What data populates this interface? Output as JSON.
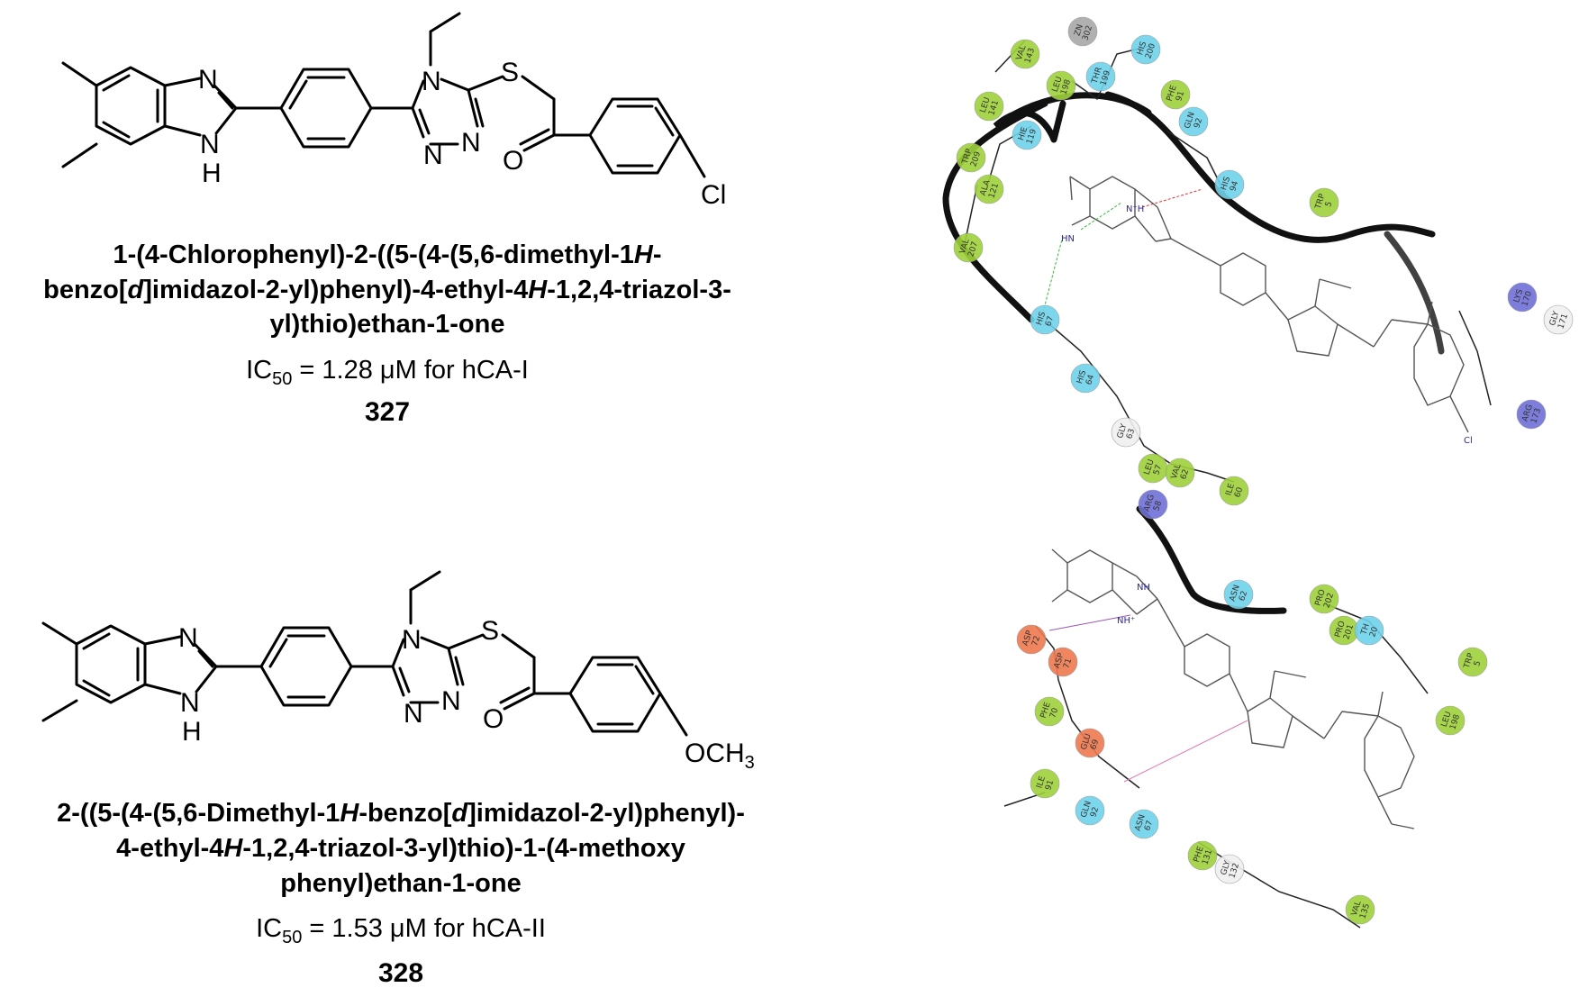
{
  "compound_327": {
    "number": "327",
    "name_line1": "1-(4-Chlorophenyl)-2-((5-(4-(5,6-dimethyl-1",
    "name_line1_italic": "H",
    "name_line1_end": "-",
    "name_line2_a": "benzo[",
    "name_line2_italic1": "d",
    "name_line2_b": "]imidazol-2-yl)phenyl)-4-ethyl-4",
    "name_line2_italic2": "H",
    "name_line2_c": "-1,2,4-triazol-3-",
    "name_line3": "yl)thio)ethan-1-one",
    "ic50_prefix": "IC",
    "ic50_sub": "50",
    "ic50_text": " = 1.28 μM for hCA-I",
    "substituent": "Cl",
    "atoms": {
      "N_imidazole": "N",
      "NH": "N",
      "H": "H",
      "triazole_N4": "N",
      "triazole_N1": "N",
      "triazole_N2": "N",
      "S": "S",
      "O": "O"
    }
  },
  "compound_328": {
    "number": "328",
    "name_line1_a": "2-((5-(4-(5,6-Dimethyl-1",
    "name_line1_italic1": "H",
    "name_line1_b": "-benzo[",
    "name_line1_italic2": "d",
    "name_line1_c": "]imidazol-2-yl)phenyl)-",
    "name_line2_a": "4-ethyl-4",
    "name_line2_italic": "H",
    "name_line2_b": "-1,2,4-triazol-3-yl)thio)-1-(4-methoxy",
    "name_line3": "phenyl)ethan-1-one",
    "ic50_prefix": "IC",
    "ic50_sub": "50",
    "ic50_text": " = 1.53 μM for hCA-II",
    "substituent": "OCH",
    "substituent_sub": "3",
    "atoms": {
      "N_imidazole": "N",
      "NH": "N",
      "H": "H",
      "triazole_N4": "N",
      "triazole_N1": "N",
      "triazole_N2": "N",
      "S": "S",
      "O": "O"
    }
  },
  "docking_top": {
    "residues": [
      {
        "name": "VAL",
        "num": "143",
        "color": "#9ed13a"
      },
      {
        "name": "ZN",
        "num": "302",
        "color": "#a8a8a8"
      },
      {
        "name": "LEU",
        "num": "141",
        "color": "#9ed13a"
      },
      {
        "name": "LEU",
        "num": "198",
        "color": "#9ed13a"
      },
      {
        "name": "THR",
        "num": "199",
        "color": "#6fd3ea"
      },
      {
        "name": "HIS",
        "num": "200",
        "color": "#6fd3ea"
      },
      {
        "name": "PHE",
        "num": "91",
        "color": "#9ed13a"
      },
      {
        "name": "GLN",
        "num": "92",
        "color": "#6fd3ea"
      },
      {
        "name": "HIE",
        "num": "119",
        "color": "#6fd3ea"
      },
      {
        "name": "TRP",
        "num": "209",
        "color": "#9ed13a"
      },
      {
        "name": "ALA",
        "num": "121",
        "color": "#9ed13a"
      },
      {
        "name": "HIS",
        "num": "94",
        "color": "#6fd3ea"
      },
      {
        "name": "TRP",
        "num": "5",
        "color": "#9ed13a"
      },
      {
        "name": "VAL",
        "num": "207",
        "color": "#9ed13a"
      },
      {
        "name": "LYS",
        "num": "170",
        "color": "#6f6fd8"
      },
      {
        "name": "GLY",
        "num": "171",
        "color": "#f0f0f0"
      },
      {
        "name": "HIS",
        "num": "67",
        "color": "#6fd3ea"
      },
      {
        "name": "HIS",
        "num": "64",
        "color": "#6fd3ea"
      },
      {
        "name": "ARG",
        "num": "173",
        "color": "#6f6fd8"
      },
      {
        "name": "GLY",
        "num": "63",
        "color": "#f0f0f0"
      },
      {
        "name": "LEU",
        "num": "57",
        "color": "#9ed13a"
      },
      {
        "name": "VAL",
        "num": "62",
        "color": "#9ed13a"
      },
      {
        "name": "ILE",
        "num": "60",
        "color": "#9ed13a"
      },
      {
        "name": "ARG",
        "num": "58",
        "color": "#6f6fd8"
      }
    ],
    "ligand_labels": {
      "nh_top": "N⁺H",
      "hn": "HN",
      "cl": "Cl"
    }
  },
  "docking_bottom": {
    "residues": [
      {
        "name": "ASN",
        "num": "62",
        "color": "#6fd3ea"
      },
      {
        "name": "PRO",
        "num": "202",
        "color": "#9ed13a"
      },
      {
        "name": "PRO",
        "num": "201",
        "color": "#9ed13a"
      },
      {
        "name": "TH",
        "num": "20",
        "color": "#6fd3ea"
      },
      {
        "name": "TRP",
        "num": "5",
        "color": "#9ed13a"
      },
      {
        "name": "ASP",
        "num": "72",
        "color": "#ee7a4f"
      },
      {
        "name": "ASP",
        "num": "71",
        "color": "#ee7a4f"
      },
      {
        "name": "LEU",
        "num": "198",
        "color": "#9ed13a"
      },
      {
        "name": "PHE",
        "num": "70",
        "color": "#9ed13a"
      },
      {
        "name": "GLU",
        "num": "69",
        "color": "#ee7a4f"
      },
      {
        "name": "ILE",
        "num": "91",
        "color": "#9ed13a"
      },
      {
        "name": "GLN",
        "num": "92",
        "color": "#6fd3ea"
      },
      {
        "name": "ASN",
        "num": "67",
        "color": "#6fd3ea"
      },
      {
        "name": "PHE",
        "num": "131",
        "color": "#9ed13a"
      },
      {
        "name": "GLY",
        "num": "132",
        "color": "#f0f0f0"
      },
      {
        "name": "VAL",
        "num": "135",
        "color": "#9ed13a"
      }
    ],
    "ligand_labels": {
      "nh": "NH",
      "nh_plus": "NH⁺"
    }
  }
}
